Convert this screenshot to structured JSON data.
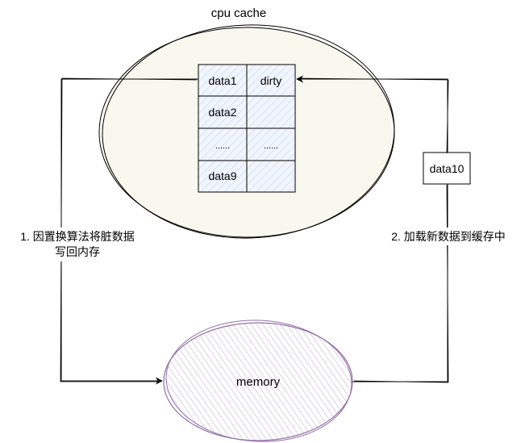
{
  "cache": {
    "title": "cpu cache",
    "cells": [
      [
        "data1",
        "dirty"
      ],
      [
        "data2",
        ""
      ],
      [
        "......",
        "......"
      ],
      [
        "data9",
        ""
      ]
    ]
  },
  "incoming": {
    "label": "data10"
  },
  "memory": {
    "label": "memory"
  },
  "steps": {
    "evict_line1": "1. 因置换算法将脏数据",
    "evict_line2": "写回内存",
    "load": "2. 加载新数据到缓存中"
  },
  "colors": {
    "stroke": "#000000",
    "cell_fill": "#dae8fc",
    "cache_fill": "#f8f8ef",
    "memory_stroke": "#9673a6",
    "memory_hatch": "#c9b6d6"
  }
}
